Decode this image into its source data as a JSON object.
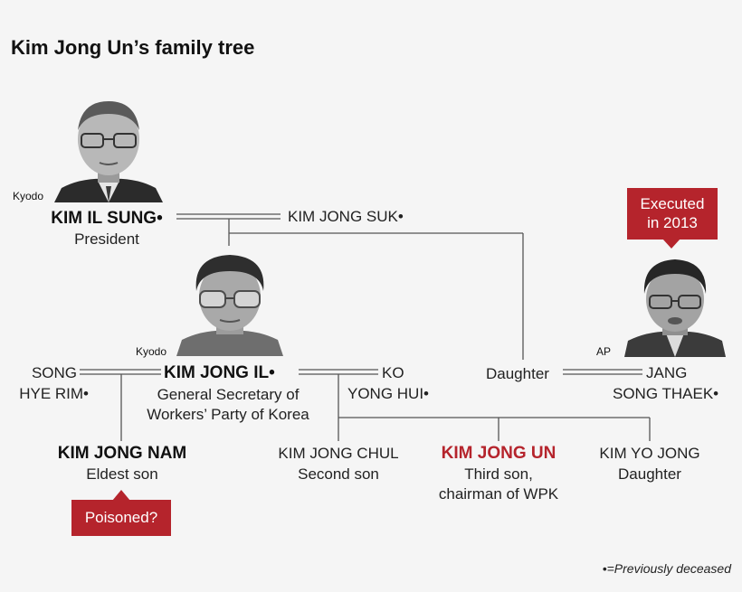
{
  "title": "Kim Jong Un’s family tree",
  "colors": {
    "accent": "#b5242c",
    "line": "#555555",
    "text": "#222222"
  },
  "people": {
    "kim_il_sung": {
      "name": "KIM IL SUNG•",
      "role": "President",
      "credit": "Kyodo"
    },
    "kim_jong_suk": {
      "name": "KIM JONG SUK•"
    },
    "kim_jong_il": {
      "name": "KIM JONG IL•",
      "role_line1": "General Secretary of",
      "role_line2": "Workers’ Party of Korea",
      "credit": "Kyodo"
    },
    "song_hye_rim": {
      "line1": "SONG",
      "line2": "HYE RIM•"
    },
    "ko_yong_hui": {
      "line1": "KO",
      "line2": "YONG HUI•"
    },
    "daughter": {
      "name": "Daughter"
    },
    "jang_song_thaek": {
      "line1": "JANG",
      "line2": "SONG THAEK•",
      "credit": "AP",
      "callout_line1": "Executed",
      "callout_line2": "in 2013"
    },
    "kim_jong_nam": {
      "name": "KIM JONG NAM",
      "role": "Eldest son",
      "callout": "Poisoned?"
    },
    "kim_jong_chul": {
      "name": "KIM JONG CHUL",
      "role": "Second son"
    },
    "kim_jong_un": {
      "name": "KIM JONG UN",
      "role_line1": "Third son,",
      "role_line2": "chairman of WPK"
    },
    "kim_yo_jong": {
      "name": "KIM YO JONG",
      "role": "Daughter"
    }
  },
  "legend": "•=Previously deceased"
}
